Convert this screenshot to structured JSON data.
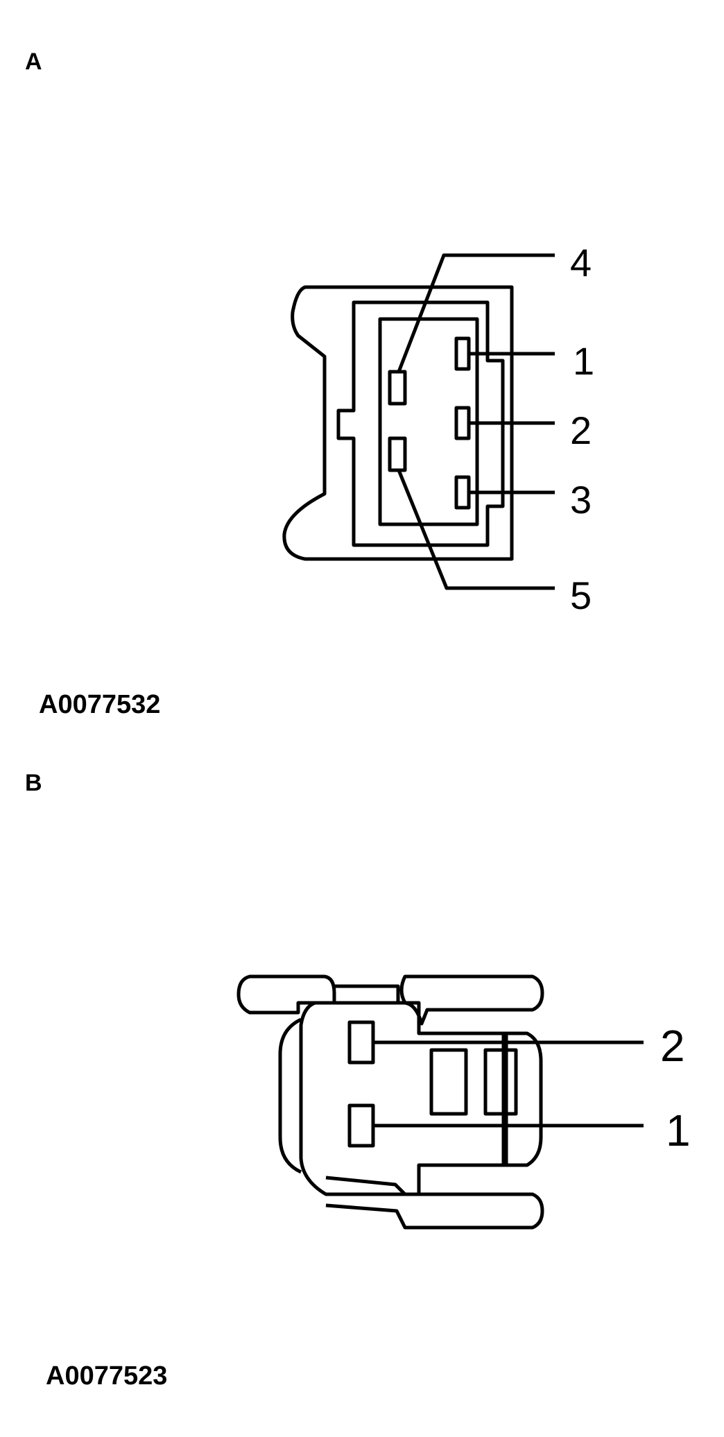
{
  "figures": [
    {
      "panel_label": "A",
      "pins": [
        "4",
        "1",
        "2",
        "3",
        "5"
      ],
      "reference_code": "A0077532"
    },
    {
      "panel_label": "B",
      "pins": [
        "2",
        "1"
      ],
      "reference_code": "A0077523"
    }
  ],
  "colors": {
    "line": "#000000",
    "background": "#ffffff"
  }
}
